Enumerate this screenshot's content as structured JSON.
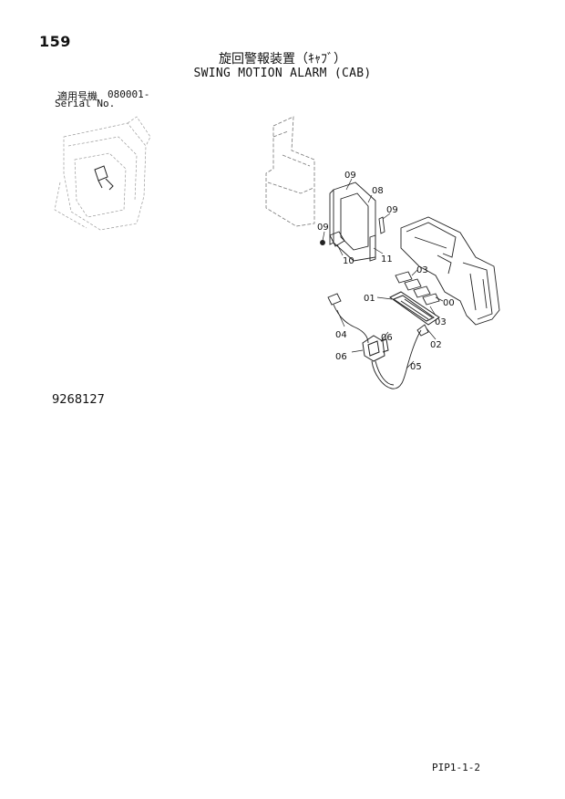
{
  "header": {
    "page_number": "159",
    "title_jp": "旋回警報装置（ｷｬﾌﾞ）",
    "title_en": "SWING MOTION ALARM (CAB)"
  },
  "serial": {
    "label_jp": "適用号機",
    "value": "080001-",
    "label_en": "Serial No."
  },
  "diagram": {
    "callouts": [
      "09",
      "08",
      "09",
      "09",
      "10",
      "11",
      "03",
      "01",
      "00",
      "03",
      "04",
      "06",
      "06",
      "02",
      "05"
    ]
  },
  "footer": {
    "drawing_number": "9268127",
    "page_code": "PIP1-1-2"
  }
}
